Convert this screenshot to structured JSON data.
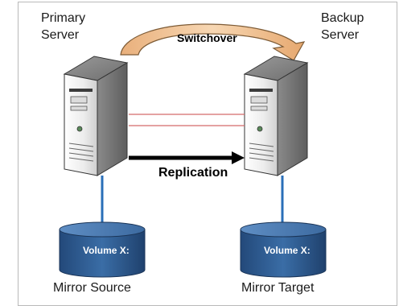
{
  "primary": {
    "line1": "Primary",
    "line2": "Server"
  },
  "backup": {
    "line1": "Backup",
    "line2": "Server"
  },
  "switchover_label": "Switchover",
  "replication_label": "Replication",
  "source_volume": {
    "label": "Volume X:",
    "caption": "Mirror Source"
  },
  "target_volume": {
    "label": "Volume X:",
    "caption": "Mirror Target"
  },
  "colors": {
    "arc_fill": "#f3c699",
    "arc_stroke": "#8a6a44",
    "volume_fill": "#2f5f95",
    "connector": "#2a6fb8",
    "red_lines": "#d05050"
  }
}
